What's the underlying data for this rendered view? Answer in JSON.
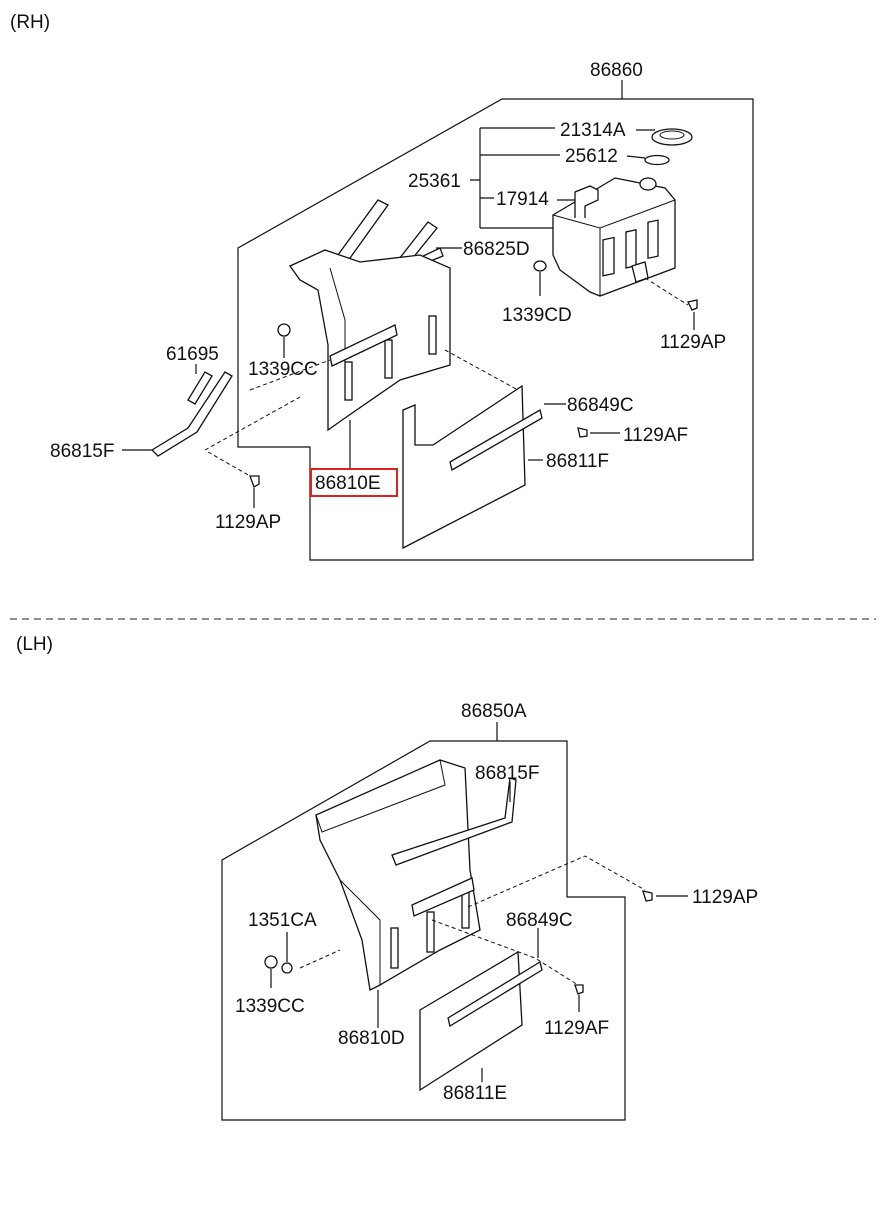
{
  "rh": {
    "section_label": "(RH)",
    "labels": {
      "p86860": "86860",
      "p21314A": "21314A",
      "p25612": "25612",
      "p25361": "25361",
      "p17914": "17914",
      "p86825D": "86825D",
      "p1339CD": "1339CD",
      "p1129AP_tank": "1129AP",
      "p61695": "61695",
      "p1339CC": "1339CC",
      "p86849C": "86849C",
      "p1129AF": "1129AF",
      "p86815F": "86815F",
      "p86811F": "86811F",
      "p86810E": "86810E",
      "p1129AP_bottom": "1129AP"
    },
    "highlight_color": "#e0201b"
  },
  "lh": {
    "section_label": "(LH)",
    "labels": {
      "p86850A": "86850A",
      "p86815F": "86815F",
      "p1129AP": "1129AP",
      "p1351CA": "1351CA",
      "p86849C": "86849C",
      "p1339CC": "1339CC",
      "p1129AF": "1129AF",
      "p86810D": "86810D",
      "p86811E": "86811E"
    }
  }
}
